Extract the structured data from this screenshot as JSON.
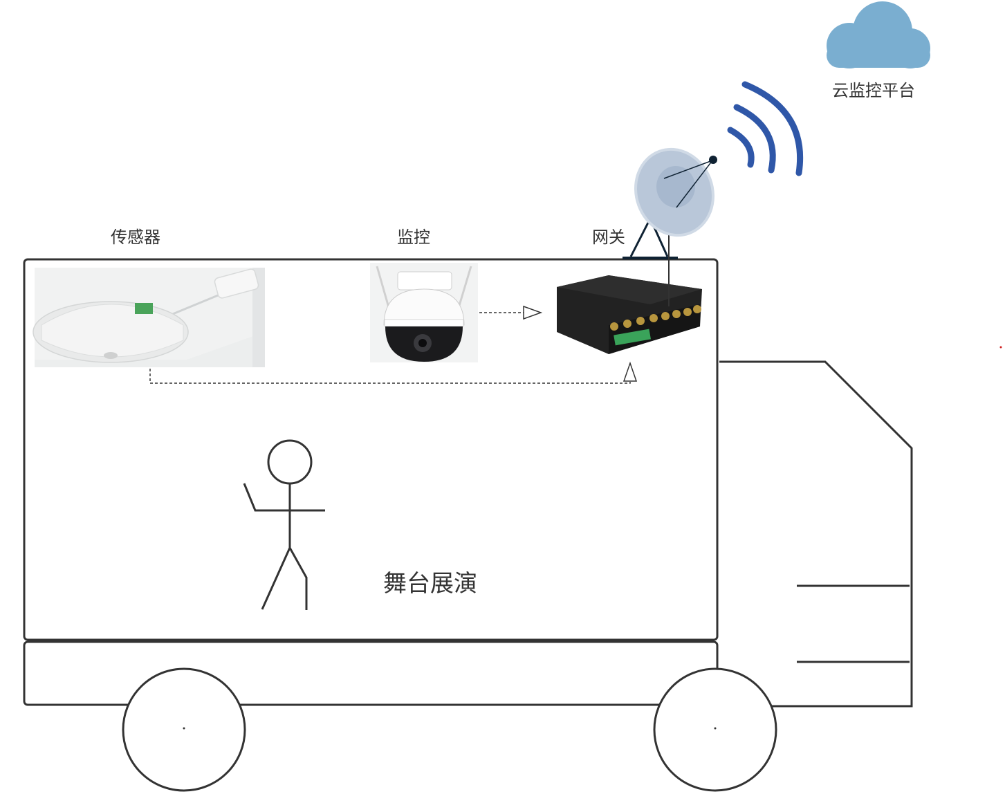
{
  "labels": {
    "sensor": "传感器",
    "camera": "监控",
    "gateway": "网关",
    "cloud": "云监控平台",
    "stage": "舞台展演"
  },
  "icons": {
    "cloud": "cloud-icon",
    "satellite": "satellite-dish-icon",
    "signal": "wireless-signal-icon",
    "sensor": "sensor-device-icon",
    "camera": "dome-camera-icon",
    "gateway": "gateway-router-icon",
    "person": "stick-figure-icon",
    "truck": "truck-outline"
  },
  "colors": {
    "outline": "#333333",
    "cloud": "#7aaed0",
    "signal": "#2f57a8",
    "dish": "#b8c6d8",
    "gateway_body": "#1c1c1c",
    "terminal_green": "#3aa35a",
    "antenna_gold": "#b8963e"
  }
}
